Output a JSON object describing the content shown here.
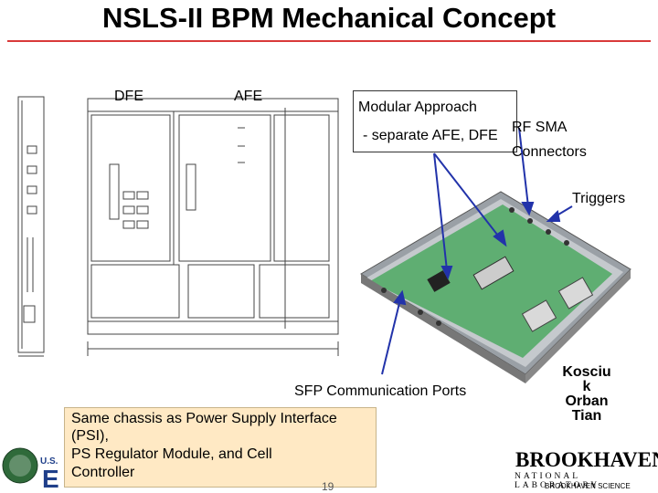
{
  "title": "NSLS-II BPM Mechanical Concept",
  "labels": {
    "dfe": "DFE",
    "afe": "AFE",
    "modular_line1": "Modular Approach",
    "modular_line2": "- separate AFE, DFE",
    "rf_line1": "RF SMA",
    "rf_line2": "Connectors",
    "triggers": "Triggers",
    "sfp": "SFP Communication Ports"
  },
  "note": {
    "lines": [
      "Same chassis as Power Supply Interface",
      "(PSI),",
      "PS Regulator Module, and Cell",
      "Controller"
    ]
  },
  "names": {
    "line1": "Kosciu",
    "line2": "k",
    "line3": "Orban",
    "line4": "Tian"
  },
  "logo": {
    "brookhaven": "BROOKHAVEN",
    "lab": "NATIONAL LABORATORY",
    "science": "BROOKHAVEN SCIENCE",
    "doe_letters": "U.S.",
    "doe_big": "E"
  },
  "page_number": "19",
  "colors": {
    "title_rule": "#d93a3a",
    "arrow": "#2233aa",
    "note_bg": "#ffe9c4",
    "board": "#5fae72"
  }
}
